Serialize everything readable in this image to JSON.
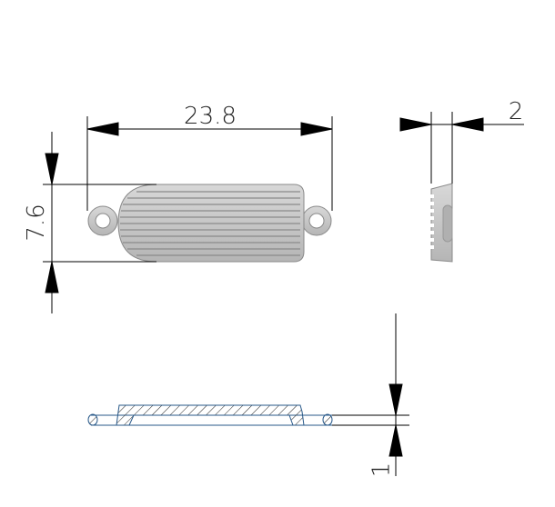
{
  "drawing": {
    "dimensions": {
      "length": "23.8",
      "width": "7.6",
      "thickness": "2",
      "section_height": "1"
    },
    "colors": {
      "part_fill": "#c8c8c8",
      "part_stroke": "#8a8a8a",
      "section_stroke": "#2a5a8a",
      "dim_line": "#000000"
    }
  }
}
